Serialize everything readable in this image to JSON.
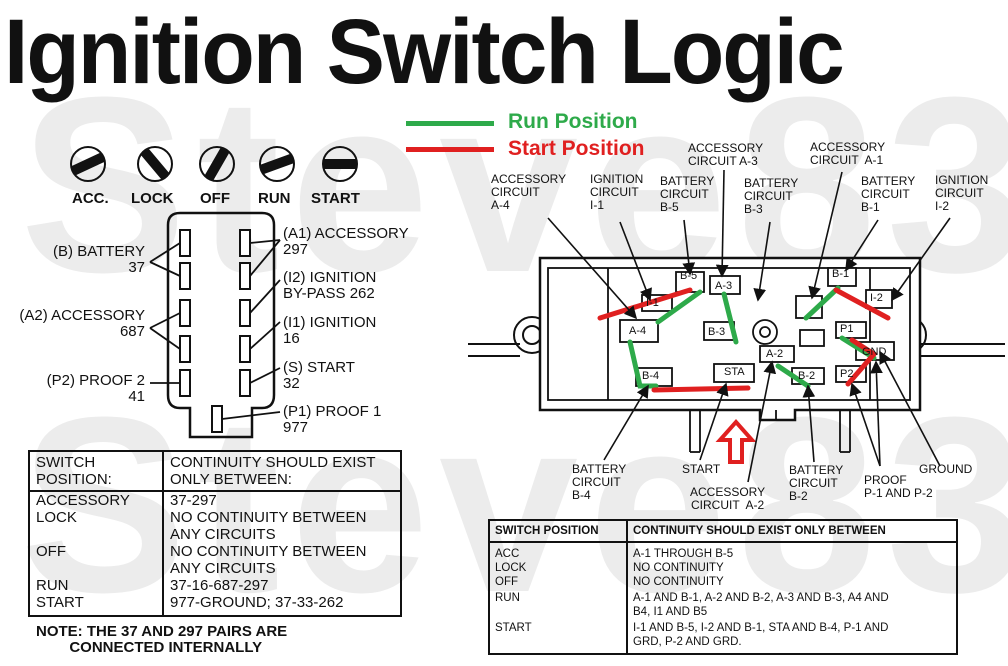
{
  "title": "Ignition Switch Logic",
  "watermark": "Steve83",
  "legend": {
    "run_label": "Run Position",
    "start_label": "Start Position",
    "run_color": "#2eaa4a",
    "start_color": "#e02020"
  },
  "key_positions": [
    "ACC.",
    "LOCK",
    "OFF",
    "RUN",
    "START"
  ],
  "connector_left": {
    "battery": "(B) BATTERY\n37",
    "accessory_a2": "(A2) ACCESSORY\n687",
    "proof_p2": "(P2) PROOF 2\n41",
    "accessory_a1": "(A1) ACCESSORY\n297",
    "ignition_i2": "(I2) IGNITION\nBY-PASS 262",
    "ignition_i1": "(I1) IGNITION\n16",
    "start_s": "(S) START\n32",
    "proof_p1": "(P1) PROOF 1\n977"
  },
  "table_left": {
    "header": [
      "SWITCH\nPOSITION:",
      "CONTINUITY SHOULD EXIST\nONLY BETWEEN:"
    ],
    "rows": [
      [
        "ACCESSORY",
        "37-297"
      ],
      [
        "LOCK",
        "NO CONTINUITY BETWEEN\nANY CIRCUITS"
      ],
      [
        "OFF",
        "NO CONTINUITY BETWEEN\nANY CIRCUITS"
      ],
      [
        "RUN",
        "37-16-687-297"
      ],
      [
        "START",
        "977-GROUND; 37-33-262"
      ]
    ],
    "note": "NOTE: THE 37 AND 297 PAIRS ARE\n        CONNECTED INTERNALLY"
  },
  "switch_labels": {
    "acc_a4": "ACCESSORY\nCIRCUIT\nA-4",
    "ign_i1": "IGNITION\nCIRCUIT\nI-1",
    "bat_b5": "BATTERY\nCIRCUIT\nB-5",
    "acc_a3": "ACCESSORY\nCIRCUIT A-3",
    "bat_b3": "BATTERY\nCIRCUIT\nB-3",
    "acc_a1": "ACCESSORY\nCIRCUIT  A-1",
    "bat_b1": "BATTERY\nCIRCUIT\nB-1",
    "ign_i2": "IGNITION\nCIRCUIT\nI-2",
    "bat_b4": "BATTERY\nCIRCUIT\nB-4",
    "start": "START",
    "acc_a2": "ACCESSORY\nCIRCUIT  A-2",
    "bat_b2": "BATTERY\nCIRCUIT\nB-2",
    "proof": "PROOF\nP-1 AND P-2",
    "ground": "GROUND"
  },
  "terminals": [
    "I-1",
    "B-5",
    "A-3",
    "A-4",
    "B-3",
    "B-1",
    "I-2",
    "P1",
    "GND",
    "P2",
    "A-2",
    "B-2",
    "B-4",
    "STA"
  ],
  "table_right": {
    "header": [
      "SWITCH POSITION",
      "CONTINUITY SHOULD EXIST ONLY BETWEEN"
    ],
    "rows": [
      [
        "ACC",
        "A-1 THROUGH B-5"
      ],
      [
        "LOCK",
        "NO CONTINUITY"
      ],
      [
        "OFF",
        "NO CONTINUITY"
      ],
      [
        "RUN",
        "A-1 AND B-1, A-2 AND B-2, A-3 AND B-3, A4 AND\nB4, I1 AND B5"
      ],
      [
        "START",
        "I-1 AND B-5, I-2 AND B-1, STA AND B-4, P-1 AND\nGRD, P-2 AND GRD."
      ]
    ]
  }
}
